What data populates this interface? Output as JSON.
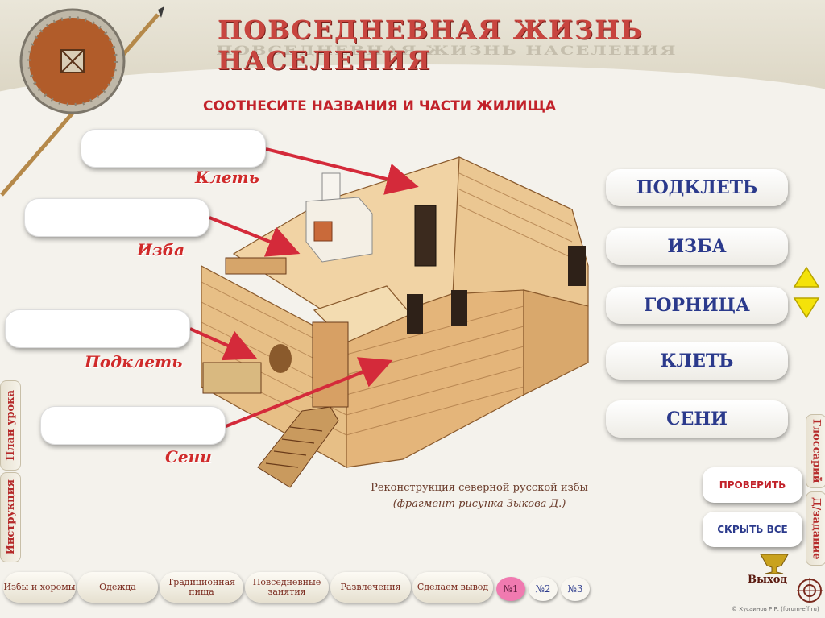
{
  "header": {
    "title": "ПОВСЕДНЕВНАЯ ЖИЗНЬ НАСЕЛЕНИЯ",
    "task": "СООТНЕСИТЕ НАЗВАНИЯ И ЧАСТИ ЖИЛИЩА"
  },
  "diagram": {
    "labels": [
      "Клеть",
      "Изба",
      "Подклеть",
      "Сени"
    ],
    "caption_line1": "Реконструкция северной русской избы",
    "caption_line2": "(фрагмент рисунка Зыкова Д.)",
    "arrow_color": "#d42a3a"
  },
  "options": [
    "ПОДКЛЕТЬ",
    "ИЗБА",
    "ГОРНИЦА",
    "КЛЕТЬ",
    "СЕНИ"
  ],
  "actions": {
    "check": "ПРОВЕРИТЬ",
    "hide_all": "СКРЫТЬ ВСЕ"
  },
  "side_tabs": {
    "lesson_plan": "План урока",
    "instruction": "Инструкция",
    "glossary": "Глоссарий",
    "task": "Д/задание"
  },
  "nav": {
    "items": [
      "Избы и хоромы",
      "Одежда",
      "Традиционная пища",
      "Повседневные занятия",
      "Развлечения",
      "Сделаем вывод"
    ],
    "numbers": [
      "№1",
      "№2",
      "№3"
    ],
    "exit": "Выход"
  },
  "credit": "© Хусаинов Р.Р. (forum-eff.ru)",
  "colors": {
    "accent_red": "#c8453f",
    "option_text": "#2b3a8c",
    "active_number": "#f07ab0"
  }
}
